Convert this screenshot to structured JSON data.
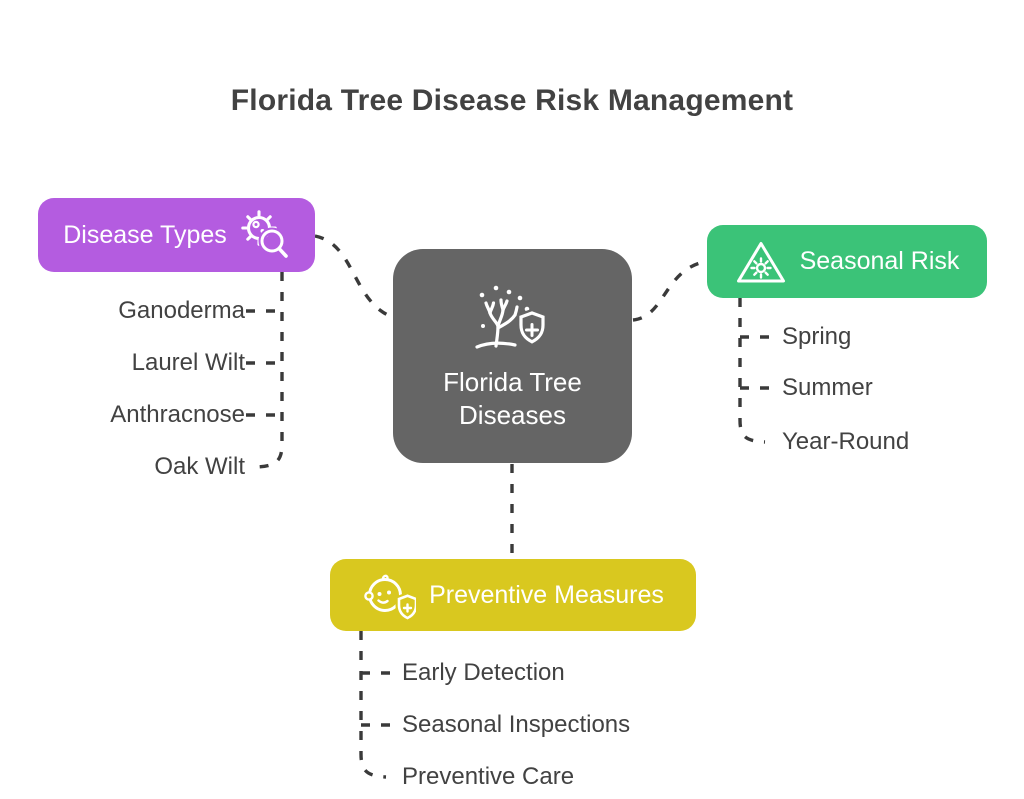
{
  "title": "Florida Tree Disease Risk Management",
  "center_node": {
    "label_lines": [
      "Florida Tree",
      "Diseases"
    ],
    "icon": "tree-disease-shield-icon",
    "color": "#656565"
  },
  "branches": {
    "disease_types": {
      "label": "Disease Types",
      "icon": "virus-search-icon",
      "color": "#b45ce0",
      "items": [
        "Ganoderma",
        "Laurel Wilt",
        "Anthracnose",
        "Oak Wilt"
      ]
    },
    "seasonal_risk": {
      "label": "Seasonal Risk",
      "icon": "hazard-triangle-icon",
      "color": "#3bc378",
      "items": [
        "Spring",
        "Summer",
        "Year-Round"
      ]
    },
    "preventive_measures": {
      "label": "Preventive Measures",
      "icon": "baby-shield-icon",
      "color": "#d9c81f",
      "items": [
        "Early Detection",
        "Seasonal Inspections",
        "Preventive Care"
      ]
    }
  },
  "connector_color": "#3a3a3a",
  "text_color": "#424242",
  "title_color": "#424242",
  "background_color": "#ffffff"
}
